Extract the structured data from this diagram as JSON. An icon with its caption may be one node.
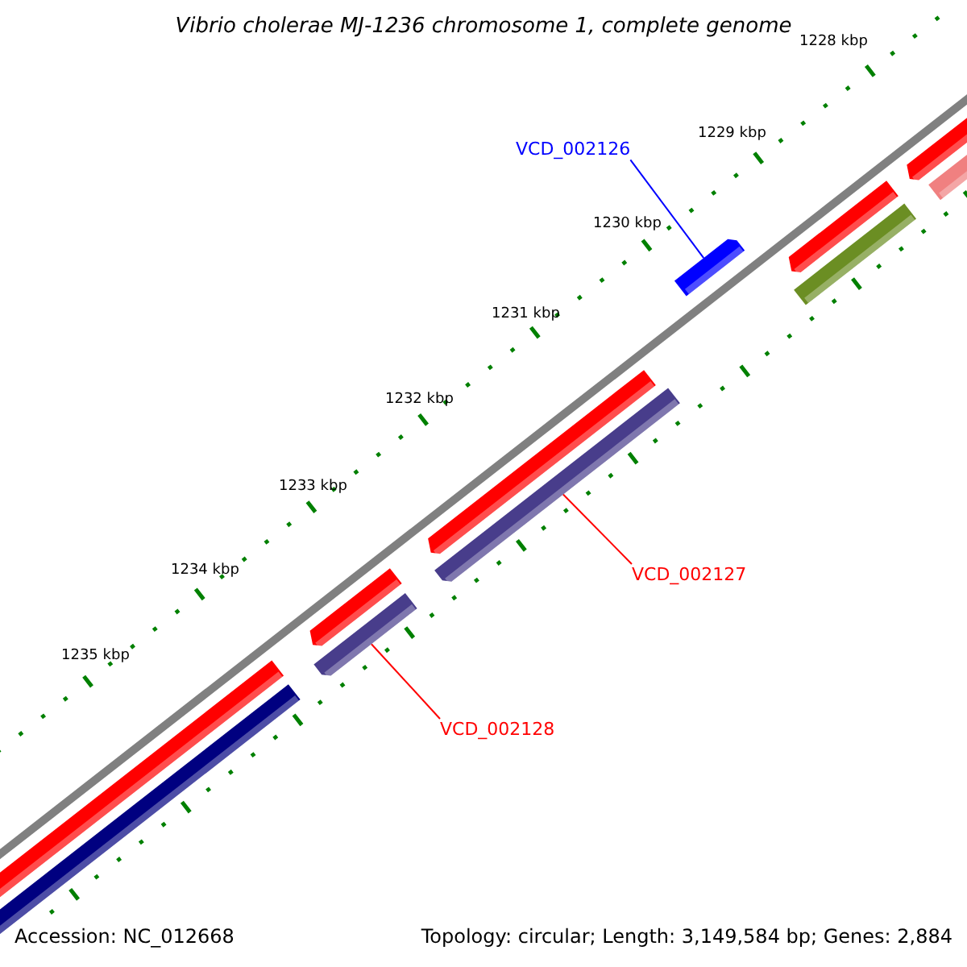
{
  "diagram": {
    "title": "Vibrio cholerae MJ-1236 chromosome 1, complete genome",
    "nodes": [
      {
        "text": [
          "VCD_002126"
        ]
      },
      {
        "text": [],
        "shape": "bar"
      },
      {
        "text": [
          "VCD_002127"
        ]
      },
      {
        "text": [],
        "shape": "bar"
      },
      {
        "text": [
          "VCD_002128"
        ]
      },
      {
        "text": [],
        "shape": "bar"
      }
    ],
    "edges": [
      {
        "from": 0,
        "to": 1,
        "arrow": "none",
        "color": "#0000ff"
      },
      {
        "from": 2,
        "to": 3,
        "arrow": "none"
      },
      {
        "from": 4,
        "to": 5,
        "arrow": "none"
      }
    ],
    "labels": [
      "1228 kbp",
      "1229 kbp",
      "1230 kbp",
      "1231 kbp",
      "1232 kbp",
      "1233 kbp",
      "1234 kbp",
      "1235 kbp",
      "Accession: NC_012668",
      "Topology: circular; Length: 3,149,584 bp; Genes: 2,884"
    ]
  }
}
